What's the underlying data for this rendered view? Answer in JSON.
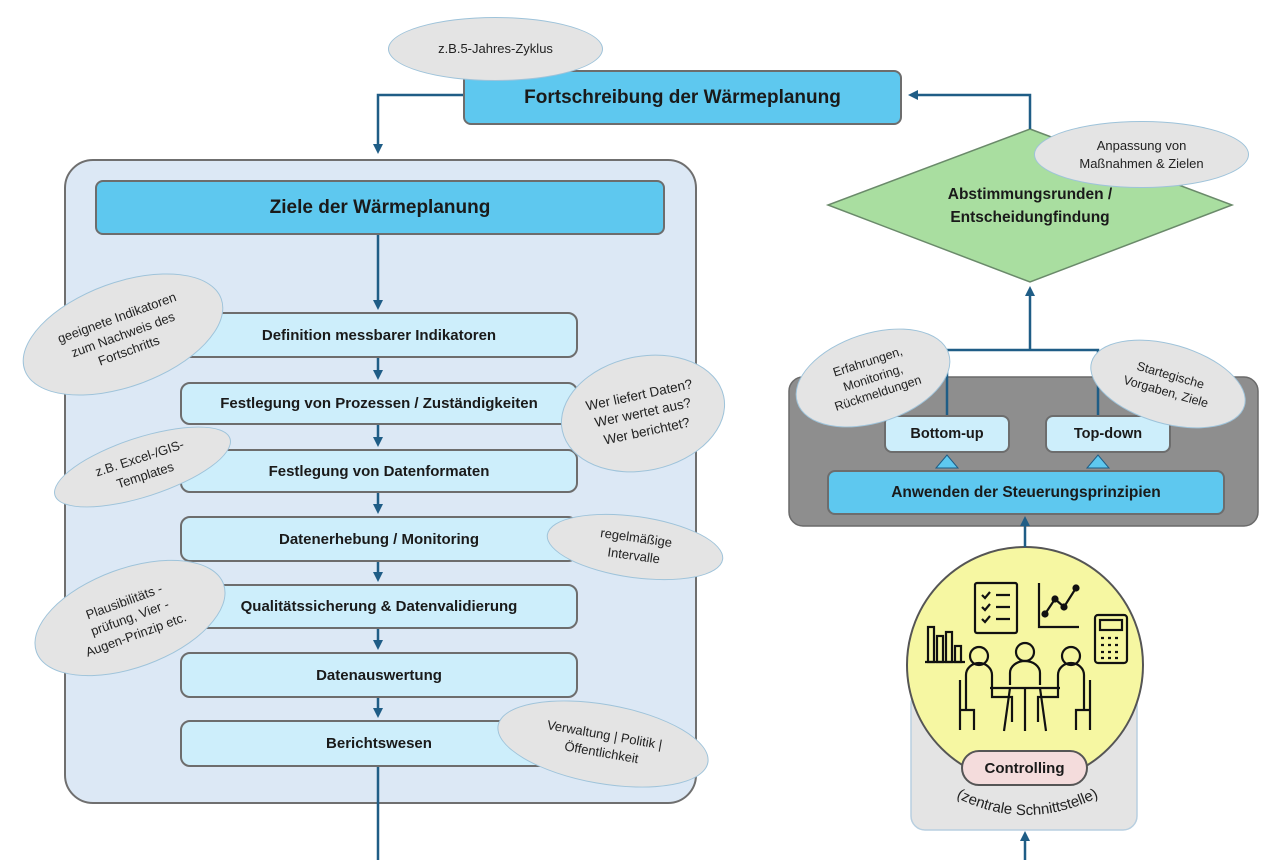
{
  "top": {
    "title": "Fortschreibung der Wärmeplanung",
    "cycle_note": "z.B.5-Jahres-Zyklus"
  },
  "left_panel": {
    "title": "Ziele der Wärmeplanung",
    "steps": [
      "Definition messbarer Indikatoren",
      "Festlegung von Prozessen / Zuständigkeiten",
      "Festlegung von Datenformaten",
      "Datenerhebung / Monitoring",
      "Qualitätssicherung & Datenvalidierung",
      "Datenauswertung",
      "Berichtswesen"
    ],
    "notes": {
      "indicators": "geeignete Indikatoren\nzum Nachweis des\nFortschritts",
      "responsibilities": "Wer liefert Daten?\nWer wertet aus?\nWer berichtet?",
      "formats": "z.B. Excel-/GIS-\nTemplates",
      "intervals": "regelmäßige\nIntervalle",
      "plausibility": "Plausibilitäts -\nprüfung, Vier -\nAugen-Prinzip etc.",
      "reporting": "Verwaltung | Politik |\nÖffentlichkeit"
    }
  },
  "right_panel": {
    "decision": "Abstimmungsrunden /\nEntscheidungfindung",
    "adjust_note": "Anpassung von\nMaßnahmen & Zielen",
    "bottom_up": "Bottom-up",
    "top_down": "Top-down",
    "bottom_up_note": "Erfahrungen,\nMonitoring,\nRückmeldungen",
    "top_down_note": "Startegische\nVorgaben, Ziele",
    "principles": "Anwenden der Steuerungsprinzipien",
    "controlling": "Controlling",
    "interface": "(zentrale Schnittstelle)"
  },
  "colors": {
    "blue_box": "#5ec8ef",
    "light_step": "#cdeefb",
    "panel": "#dce8f5",
    "diamond": "#a9dea0",
    "gray_panel": "#8e8e8e",
    "circle": "#f6f7a2",
    "arrow": "#1f5d86"
  }
}
